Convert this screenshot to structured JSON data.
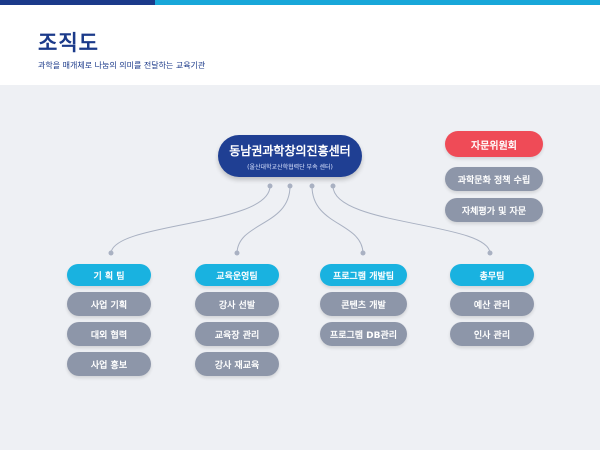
{
  "header": {
    "title": "조직도",
    "subtitle": "과학을 매개체로 나눔의 의미를 전달하는 교육기관"
  },
  "center": {
    "title": "동남권과학창의진흥센터",
    "subtitle": "(울산대학교산학협력단 부속 센터)"
  },
  "advisory": {
    "label": "자문위원회",
    "items": [
      "과학문화 정책 수립",
      "자체평가 및 자문"
    ]
  },
  "teams": [
    {
      "label": "기 획 팀",
      "items": [
        "사업 기획",
        "대외 협력",
        "사업 홍보"
      ]
    },
    {
      "label": "교육운영팀",
      "items": [
        "강사 선발",
        "교육장 관리",
        "강사 재교육"
      ]
    },
    {
      "label": "프로그램 개발팀",
      "items": [
        "콘텐츠 개발",
        "프로그램 DB관리"
      ]
    },
    {
      "label": "총무팀",
      "items": [
        "예산 관리",
        "인사 관리"
      ]
    }
  ],
  "colors": {
    "navy": "#1b3a8a",
    "cyan": "#19b2e0",
    "red": "#ef4b57",
    "gray": "#8d96a9"
  }
}
